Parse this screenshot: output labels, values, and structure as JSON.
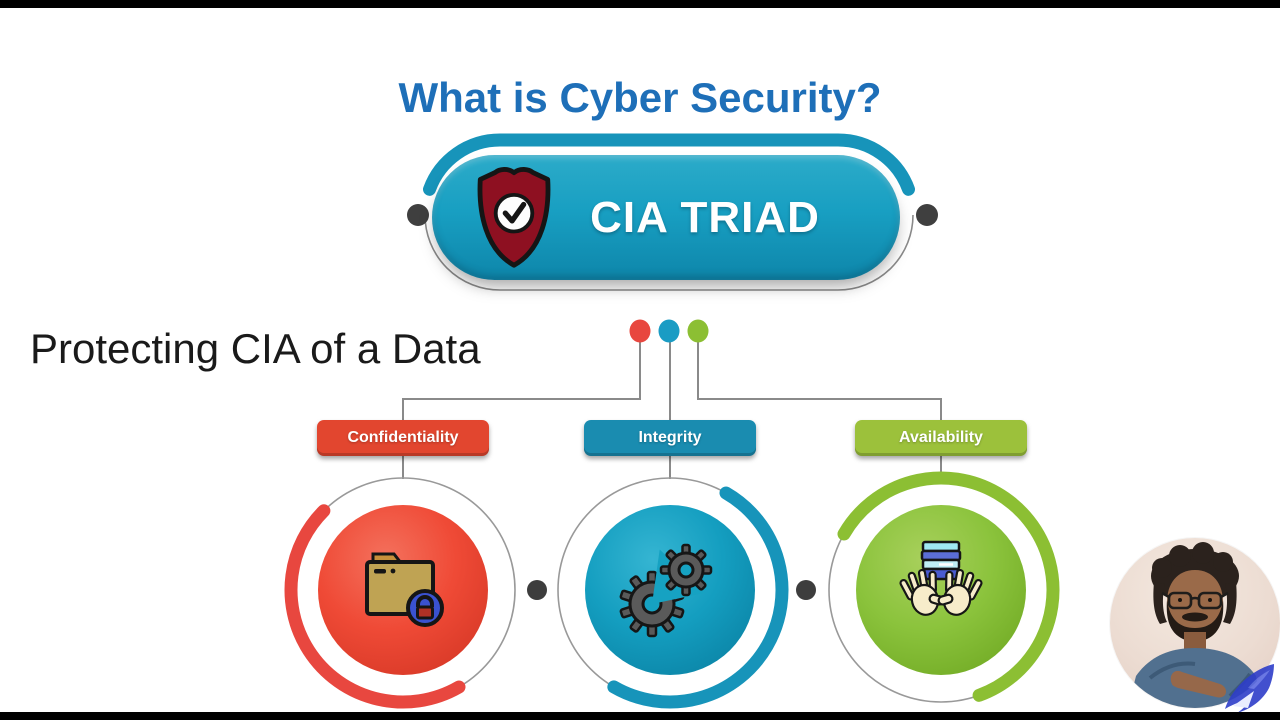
{
  "frame": {
    "background": "#ffffff",
    "letterbox_color": "#000000"
  },
  "title": {
    "text": "What is Cyber Security?",
    "color": "#1e6fb8"
  },
  "triad_badge": {
    "label": "CIA TRIAD",
    "icon": "shield-check-icon",
    "pill_color_top": "#2cabc9",
    "pill_color_bottom": "#0e86aa",
    "ring_color": "#1794ba",
    "shield_color": "#8e1021",
    "side_dot_color": "#3f3f3f"
  },
  "caption": {
    "text": "Protecting CIA of a Data",
    "color": "#1a1a1a"
  },
  "legend_dots": {
    "colors": [
      "#e8473f",
      "#1a9cc4",
      "#8cbf33"
    ]
  },
  "connector_color": "#8a8a8a",
  "pillars": [
    {
      "label": "Confidentiality",
      "color": "#e2462f",
      "arc_color": "#e8473f",
      "icon": "locked-folder-icon"
    },
    {
      "label": "Integrity",
      "color": "#1a8cb0",
      "arc_color": "#1794ba",
      "icon": "gears-icon"
    },
    {
      "label": "Availability",
      "color": "#9cc13b",
      "arc_color": "#8cbf33",
      "icon": "hands-holding-server-icon"
    }
  ],
  "webcam": {
    "icon": "presenter-avatar",
    "watermark_icon": "wing-logo-icon"
  }
}
